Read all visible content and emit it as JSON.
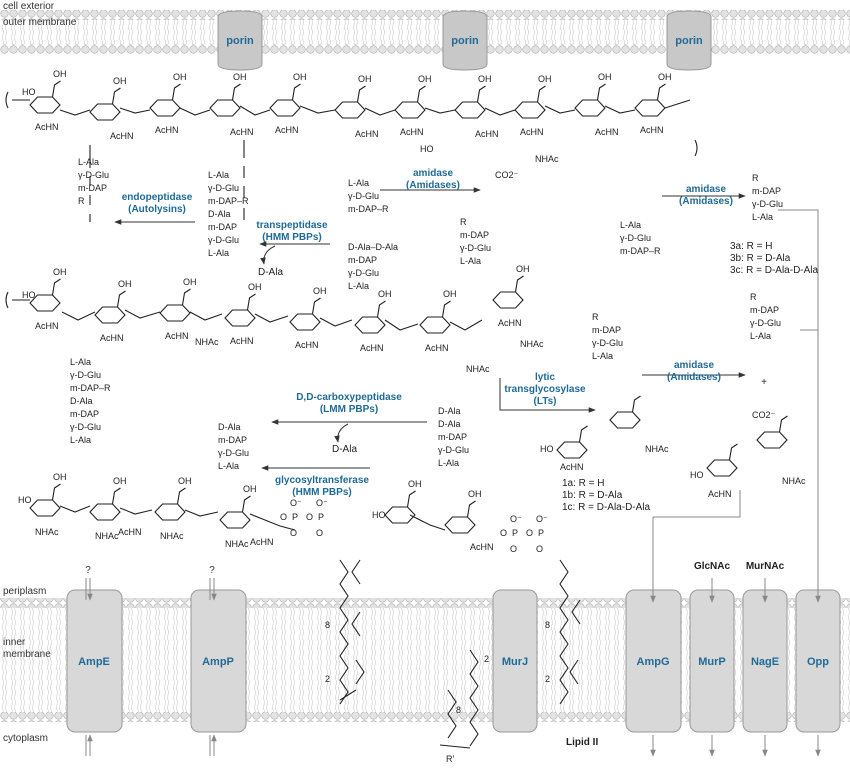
{
  "regions": {
    "cell_exterior": "cell exterior",
    "outer_membrane": "outer membrane",
    "periplasm": "periplasm",
    "inner_membrane_line1": "inner",
    "inner_membrane_line2": "membrane",
    "cytoplasm": "cytoplasm"
  },
  "porins": [
    "porin",
    "porin",
    "porin"
  ],
  "inner_proteins": {
    "ampE": "AmpE",
    "ampP": "AmpP",
    "murJ": "MurJ",
    "ampG": "AmpG",
    "murP": "MurP",
    "nagE": "NagE",
    "opp": "Opp"
  },
  "substrates": {
    "glcnac": "GlcNAc",
    "murnac": "MurNAc",
    "lipid_ii": "Lipid II"
  },
  "question": "?",
  "enzymes": {
    "endo1": "endopeptidase",
    "endo2": "(Autolysins)",
    "amid1a": "amidase",
    "amid1b": "(Amidases)",
    "amid2a": "amidase",
    "amid2b": "(Amidases)",
    "amid3a": "amidase",
    "amid3b": "(Amidases)",
    "transp1": "transpeptidase",
    "transp2": "(HMM PBPs)",
    "lt1": "lytic",
    "lt2": "transglycosylase",
    "lt3": "(LTs)",
    "cp1": "D,D-carboxypeptidase",
    "cp2": "(LMM PBPs)",
    "gt1": "glycosyltransferase",
    "gt2": "(HMM PBPs)"
  },
  "byproducts": {
    "dala1": "D-Ala",
    "dala2": "D-Ala"
  },
  "compounds3": [
    "3a: R = H",
    "3b: R = D-Ala",
    "3c: R = D-Ala-D-Ala"
  ],
  "compounds1": [
    "1a: R = H",
    "1b: R = D-Ala",
    "1c: R = D-Ala-D-Ala"
  ],
  "sugar": {
    "achn": "AcHN",
    "nhac": "NHAc",
    "oh": "OH",
    "ho": "HO",
    "o": "O",
    "co2": "CO2⁻"
  },
  "peptide": {
    "lala": "L-Ala",
    "gglu": "γ-D-Glu",
    "mdap": "m-DAP",
    "mdapr": "m-DAP–R",
    "dala": "D-Ala",
    "r": "R",
    "dalaala": "D-Ala–D-Ala"
  },
  "lipid": {
    "n8": "8",
    "n2": "2",
    "rprime": "R’",
    "phos_o": "O",
    "phos_p": "P",
    "phos_om": "O⁻"
  }
}
